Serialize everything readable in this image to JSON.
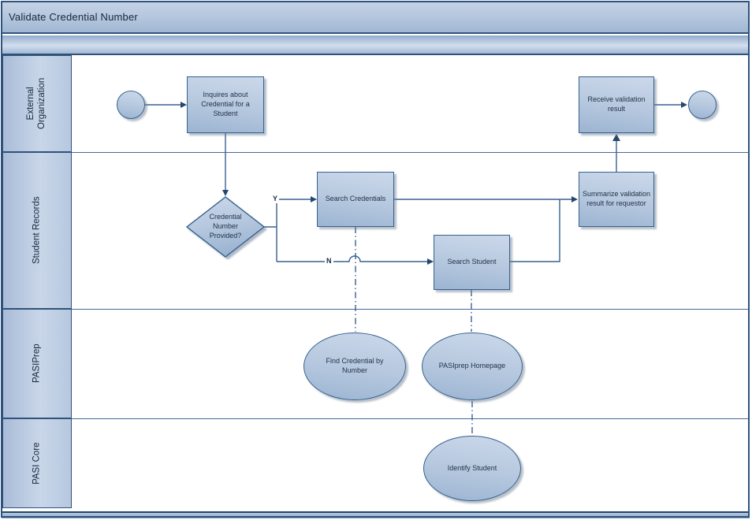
{
  "title": "Validate Credential Number",
  "lanes": [
    {
      "id": "external-organization",
      "label": "External\nOrganization"
    },
    {
      "id": "student-records",
      "label": "Student Records"
    },
    {
      "id": "pasiprep",
      "label": "PASIPrep"
    },
    {
      "id": "pasi-core",
      "label": "PASI Core"
    }
  ],
  "nodes": {
    "inquires": {
      "label": "Inquires about Credential for a Student",
      "type": "process"
    },
    "decision": {
      "label": "Credential Number Provided?",
      "type": "decision"
    },
    "search_credentials": {
      "label": "Search Credentials",
      "type": "process"
    },
    "search_student": {
      "label": "Search Student",
      "type": "process"
    },
    "summarize": {
      "label": "Summarize validation result for requestor",
      "type": "process"
    },
    "receive": {
      "label": "Receive validation result",
      "type": "process"
    },
    "find_credential": {
      "label": "Find Credential by Number",
      "type": "screen"
    },
    "pasiprep_homepage": {
      "label": "PASIprep Homepage",
      "type": "screen"
    },
    "identify_student": {
      "label": "Identify Student",
      "type": "screen"
    },
    "start": {
      "label": "",
      "type": "start-event"
    },
    "end": {
      "label": "",
      "type": "end-event"
    }
  },
  "edge_labels": {
    "yes": "Y",
    "no": "N"
  },
  "colors": {
    "frame": "#2e527c",
    "shape_border": "#35618e",
    "connector": "#3a6190",
    "arrowhead": "#26486f",
    "fill_light": "#ccd8ea",
    "fill_dark": "#9cb4d2",
    "text": "#1d3046"
  }
}
